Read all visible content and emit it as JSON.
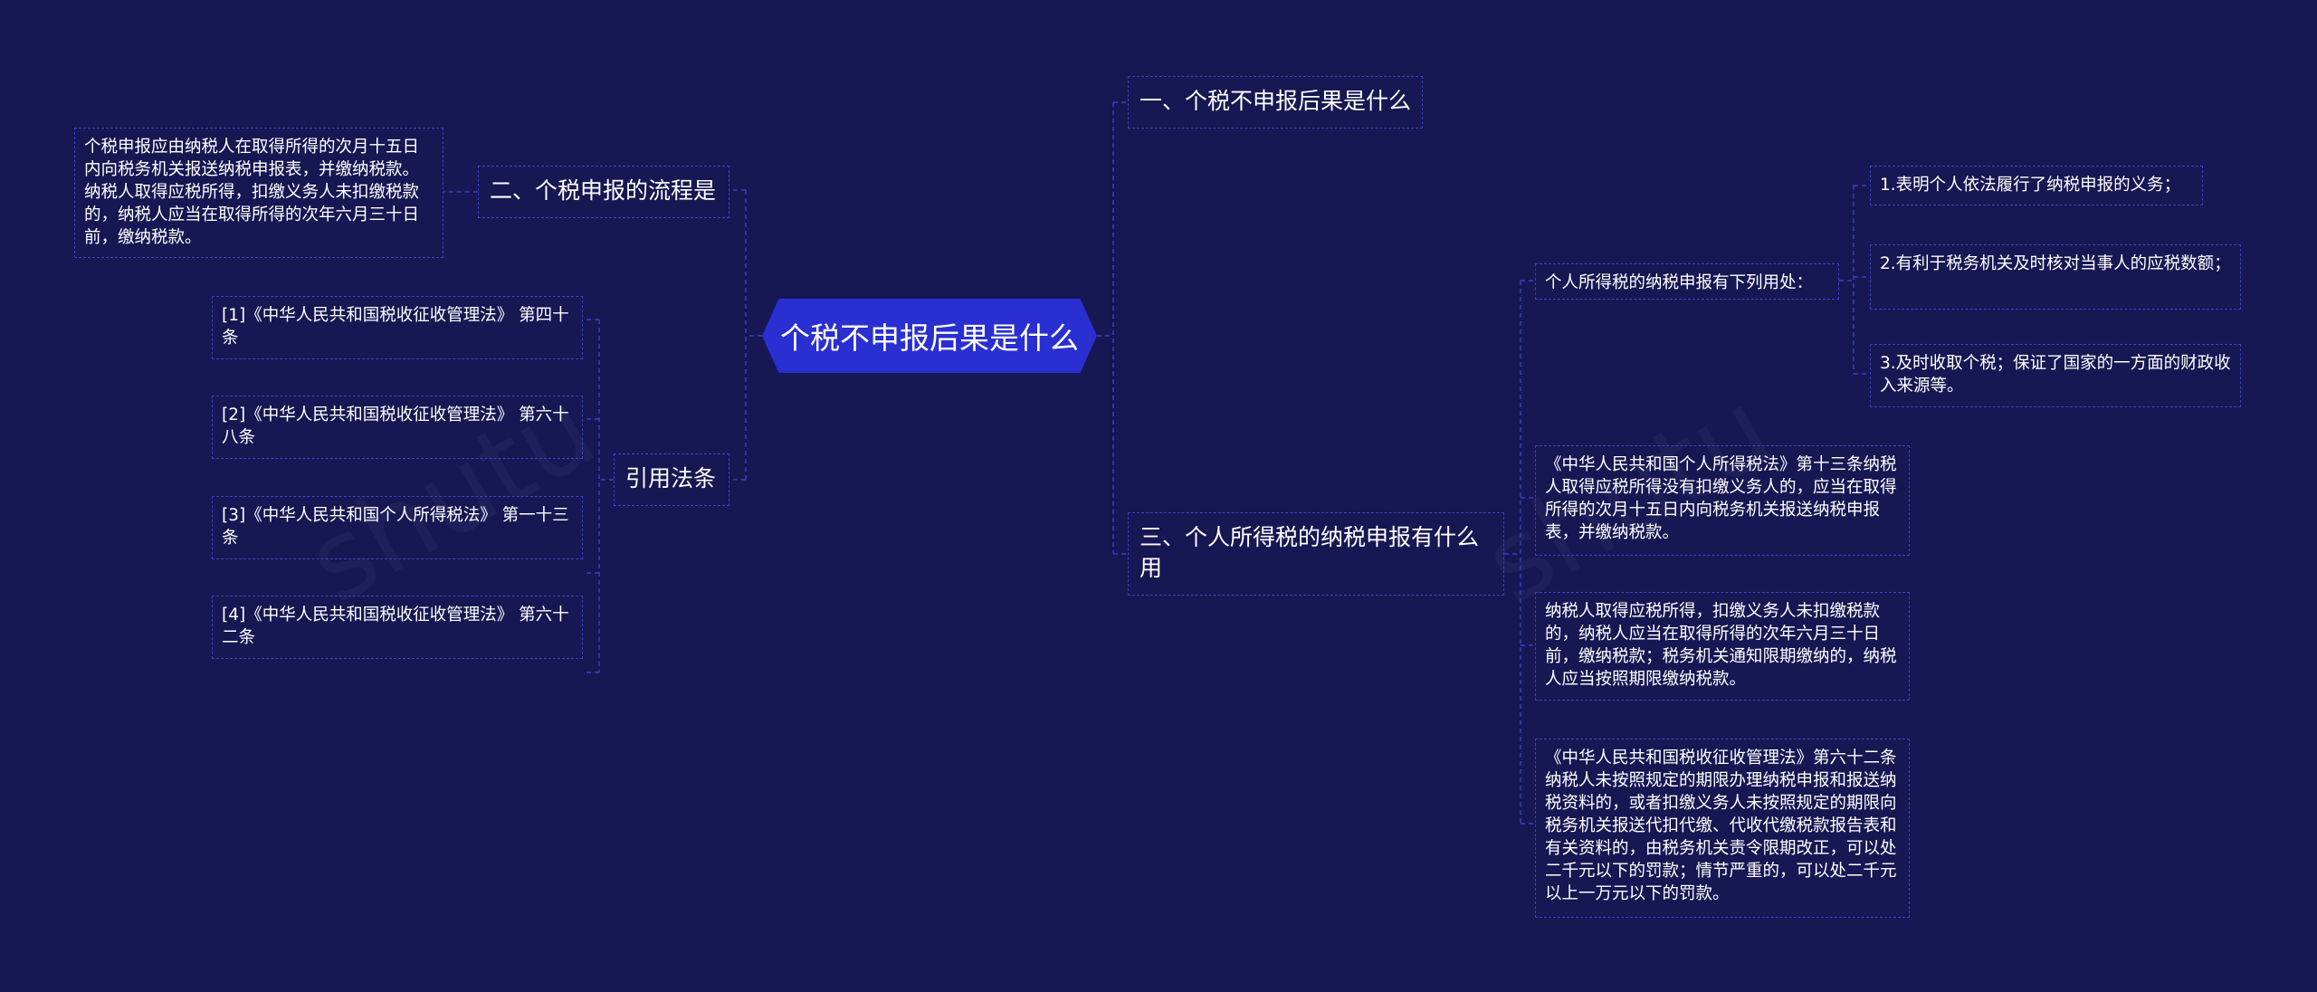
{
  "root": {
    "label": "个税不申报后果是什么"
  },
  "left": {
    "branch_process": {
      "label": "二、个税申报的流程是",
      "detail": "个税申报应由纳税人在取得所得的次月十五日内向税务机关报送纳税申报表，并缴纳税款。纳税人取得应税所得，扣缴义务人未扣缴税款的，纳税人应当在取得所得的次年六月三十日前，缴纳税款。"
    },
    "branch_laws": {
      "label": "引用法条",
      "items": [
        "[1]《中华人民共和国税收征收管理法》 第四十条",
        "[2]《中华人民共和国税收征收管理法》 第六十八条",
        "[3]《中华人民共和国个人所得税法》 第一十三条",
        "[4]《中华人民共和国税收征收管理法》 第六十二条"
      ]
    }
  },
  "right": {
    "branch_consequence": {
      "label": "一、个税不申报后果是什么"
    },
    "branch_use": {
      "label": "三、个人所得税的纳税申报有什么用",
      "sub_use": {
        "label": "个人所得税的纳税申报有下列用处：",
        "items": [
          "1.表明个人依法履行了纳税申报的义务；",
          "2.有利于税务机关及时核对当事人的应税数额；",
          "3.及时收取个税；保证了国家的一方面的财政收入来源等。"
        ]
      },
      "clauses": [
        "《中华人民共和国个人所得税法》第十三条纳税人取得应税所得没有扣缴义务人的，应当在取得所得的次月十五日内向税务机关报送纳税申报表，并缴纳税款。",
        "纳税人取得应税所得，扣缴义务人未扣缴税款的，纳税人应当在取得所得的次年六月三十日前，缴纳税款；税务机关通知限期缴纳的，纳税人应当按照期限缴纳税款。",
        "《中华人民共和国税收征收管理法》第六十二条纳税人未按照规定的期限办理纳税申报和报送纳税资料的，或者扣缴义务人未按照规定的期限向税务机关报送代扣代缴、代收代缴税款报告表和有关资料的，由税务机关责令限期改正，可以处二千元以下的罚款；情节严重的，可以处二千元以上一万元以下的罚款。"
      ]
    }
  },
  "colors": {
    "background": "#171753",
    "root_fill": "#2a2fd2",
    "connector": "#3a3fc4"
  }
}
